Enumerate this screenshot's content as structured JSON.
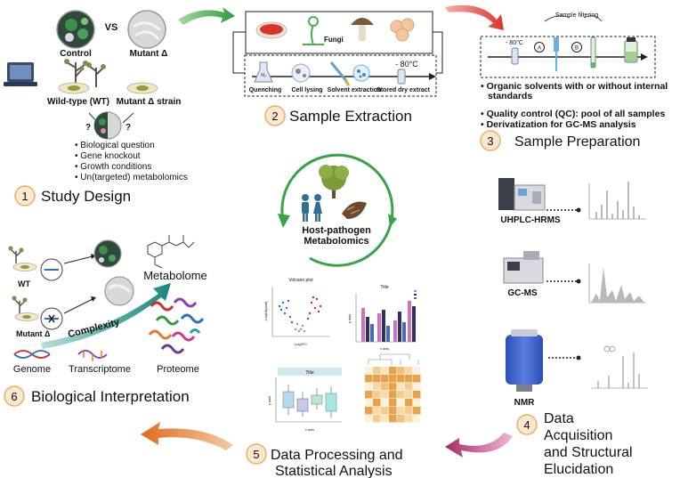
{
  "colors": {
    "green": "#3aa34a",
    "red": "#d9362b",
    "magenta": "#b0306e",
    "orange": "#e07a2e",
    "teal": "#13877d",
    "badge_fill": "#fbe8cf",
    "badge_stroke": "#e4b06a"
  },
  "study_design": {
    "control": "Control",
    "vs": "VS",
    "mutant": "Mutant Δ",
    "wild_type": "Wild-type (WT)",
    "mutant_strain": "Mutant Δ strain",
    "q": "?",
    "bullets": [
      "Biological question",
      "Gene knockout",
      "Growth conditions",
      "Un(targeted) metabolomics"
    ],
    "step": "1",
    "title": "Study Design"
  },
  "sample_extraction": {
    "fungi": "Fungi",
    "temp": "- 80°C",
    "steps": [
      "Quenching",
      "Cell lysing",
      "Solvent extraction",
      "Stored dry extract"
    ],
    "n2": "N₂",
    "step": "2",
    "title": "Sample Extraction"
  },
  "sample_preparation": {
    "filter_label": "Sample filtering",
    "temp": "- 80°C",
    "a": "A",
    "b": "B",
    "bullet1_l1": "Organic solvents with or without internal",
    "bullet1_l2": "standards",
    "bullet2": "Quality control (QC): pool of all samples",
    "bullet3": "Derivatization for GC-MS analysis",
    "step": "3",
    "title": "Sample Preparation"
  },
  "center": {
    "line1": "Host-pathogen",
    "line2": "Metabolomics"
  },
  "acquisition": {
    "instruments": [
      "UHPLC-HRMS",
      "GC-MS",
      "NMR"
    ],
    "step": "4",
    "title_l1": "Data",
    "title_l2": "Acquisition",
    "title_l3": "and Structural",
    "title_l4": "Elucidation"
  },
  "processing": {
    "volcano_title": "Volcano plot",
    "volcano_x": "Log2FC",
    "volcano_y": "-Log10(pval)",
    "bar_title": "Title",
    "bar_x": "x axis",
    "bar_y": "y axis",
    "box_title": "Title",
    "box_x": "x axis",
    "box_y": "y axis",
    "step": "5",
    "title_l1": "Data Processing and",
    "title_l2": "Statistical Analysis"
  },
  "interpretation": {
    "wt": "WT",
    "mutant": "Mutant Δ",
    "complexity": "Complexity",
    "metabolome": "Metabolome",
    "genome": "Genome",
    "transcriptome": "Transcriptome",
    "proteome": "Proteome",
    "step": "6",
    "title": "Biological Interpretation"
  }
}
